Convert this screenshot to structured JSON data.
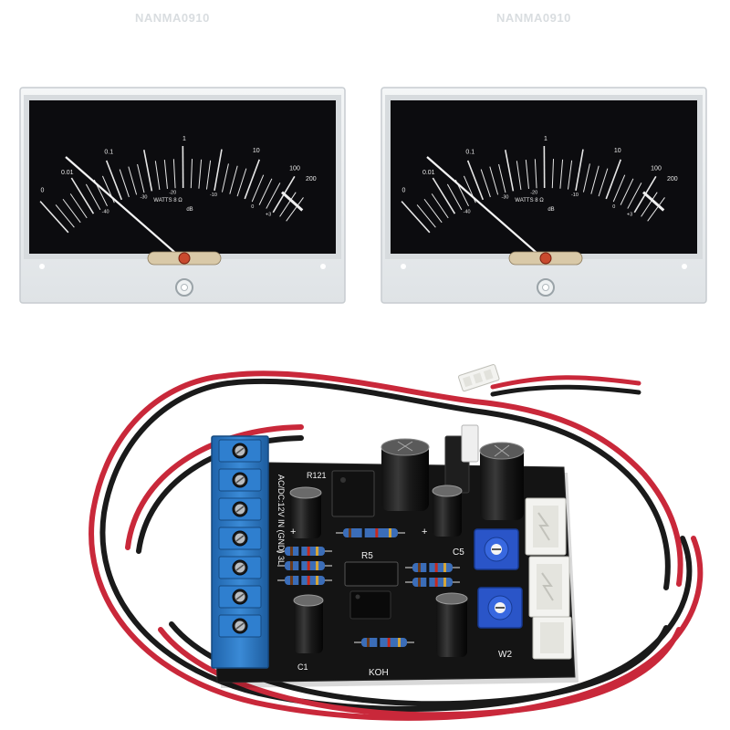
{
  "watermarks": [
    "NANMA0910",
    "NANMA0910"
  ],
  "meter": {
    "watts_labels": [
      "0",
      "0.01",
      "0.1",
      "1",
      "10",
      "100",
      "200"
    ],
    "db_labels": [
      "-40",
      "-30",
      "-20",
      "-10",
      "0",
      "+3"
    ],
    "center_label": "WATTS 8 Ω",
    "unit_label": "dB"
  },
  "board": {
    "silkscreen": {
      "terminal_label": "AC/DC:12V IN (GND) 3L",
      "r121": "R121",
      "r5": "R5",
      "c5": "C5",
      "c1": "C1",
      "w2": "W2",
      "bottom": "KOH"
    }
  },
  "colors": {
    "meter_face": "#0c0c0f",
    "needle": "#f4f4f4",
    "pcb": "#141414",
    "terminal_block": "#2a78c6",
    "trimmer": "#2a55c8",
    "wire_red": "#c9283a",
    "wire_black": "#1a1a1a",
    "connector": "#f3f3f0"
  }
}
